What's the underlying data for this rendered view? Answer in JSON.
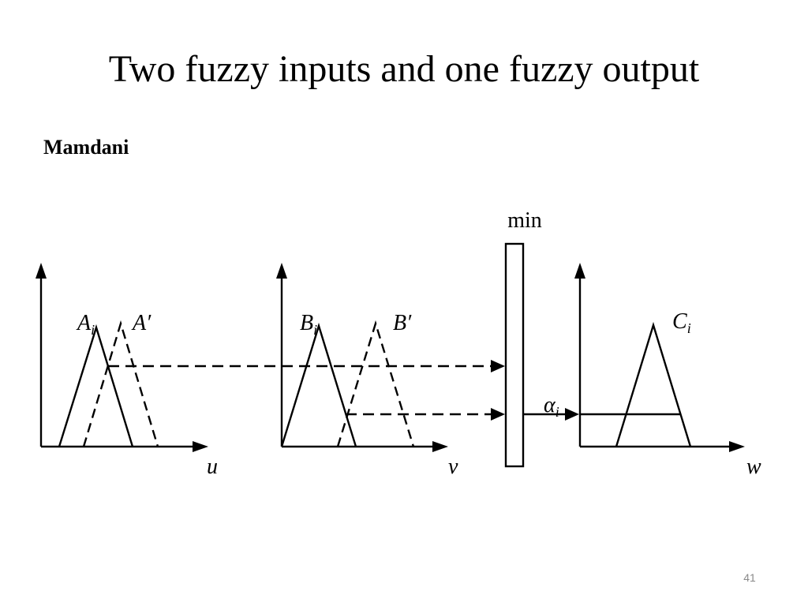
{
  "slide": {
    "title": "Two fuzzy inputs and one fuzzy output",
    "subtitle": "Mamdani",
    "page_number": "41"
  },
  "diagram": {
    "min_label": "min",
    "input1": {
      "set_label": "A",
      "set_sub": "i",
      "set_prime": "A′",
      "axis_label": "u"
    },
    "input2": {
      "set_label": "B",
      "set_sub": "i",
      "set_prime": "B′",
      "axis_label": "v"
    },
    "output": {
      "set_label": "C",
      "set_sub": "i",
      "axis_label": "w",
      "alpha_label": "α",
      "alpha_sub": "i"
    }
  }
}
